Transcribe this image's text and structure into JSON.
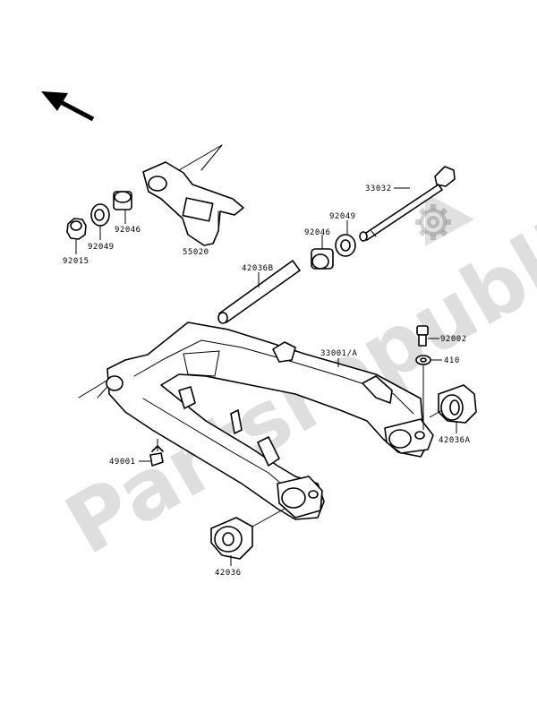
{
  "watermark": {
    "text": "Partsrepublik"
  },
  "parts": [
    {
      "id": "92015",
      "label": "92015"
    },
    {
      "id": "92049-left",
      "label": "92049"
    },
    {
      "id": "92046-left",
      "label": "92046"
    },
    {
      "id": "55020",
      "label": "55020"
    },
    {
      "id": "33032",
      "label": "33032"
    },
    {
      "id": "92049-right",
      "label": "92049"
    },
    {
      "id": "92046-right",
      "label": "92046"
    },
    {
      "id": "42036B",
      "label": "42036B"
    },
    {
      "id": "33001A",
      "label": "33001/A"
    },
    {
      "id": "92002",
      "label": "92002"
    },
    {
      "id": "410",
      "label": "410"
    },
    {
      "id": "42036A",
      "label": "42036A"
    },
    {
      "id": "49001",
      "label": "49001"
    },
    {
      "id": "42036",
      "label": "42036"
    }
  ]
}
